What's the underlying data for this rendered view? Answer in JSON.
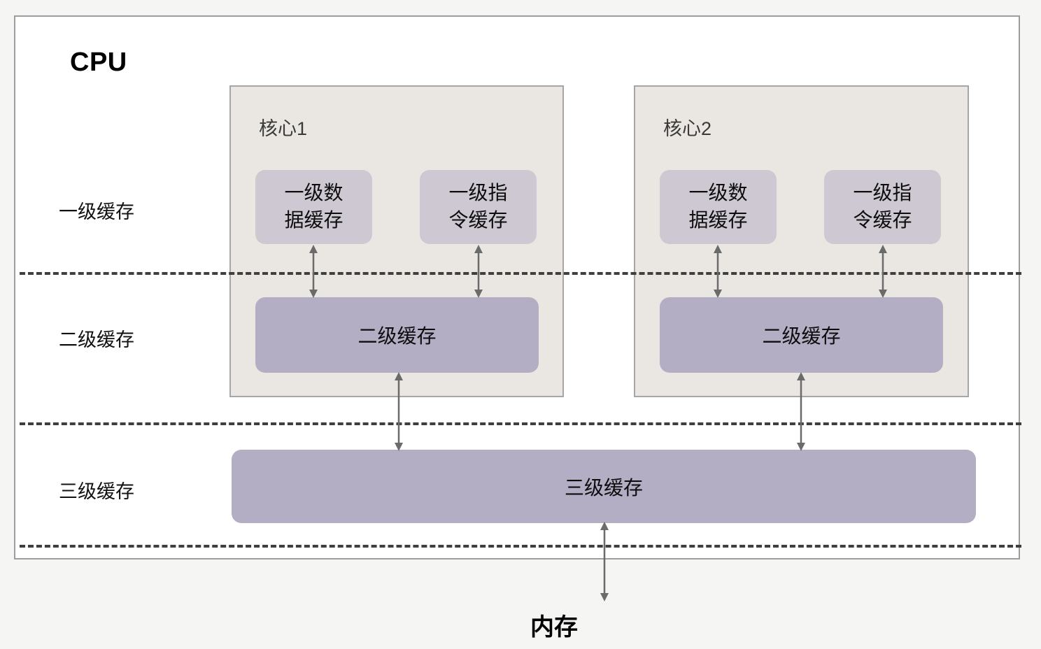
{
  "diagram": {
    "title": "CPU",
    "outer_label_memory": "内存",
    "level_labels": [
      {
        "id": "l1",
        "text": "一级缓存"
      },
      {
        "id": "l2",
        "text": "二级缓存"
      },
      {
        "id": "l3",
        "text": "三级缓存"
      }
    ],
    "cores": [
      {
        "title": "核心1",
        "l1_data": "一级数\n据缓存",
        "l1_data_line1": "一级数",
        "l1_data_line2": "据缓存",
        "l1_inst_line1": "一级指",
        "l1_inst_line2": "令缓存",
        "l2": "二级缓存"
      },
      {
        "title": "核心2",
        "l1_data_line1": "一级数",
        "l1_data_line2": "据缓存",
        "l1_inst_line1": "一级指",
        "l1_inst_line2": "令缓存",
        "l2": "二级缓存"
      }
    ],
    "l3": "三级缓存",
    "colors": {
      "page_background": "#f5f5f3",
      "cpu_background": "#ffffff",
      "cpu_border": "#9d9d9d",
      "core_background": "#eae7e2",
      "core_border": "#a6a6a6",
      "l1_block": "#cdc8d1",
      "l2_block": "#b4aec4",
      "l3_block": "#b4aec4",
      "divider_dash": "#3f3f3f",
      "arrow": "#6b6b6b",
      "text": "#0d0d0d"
    }
  }
}
